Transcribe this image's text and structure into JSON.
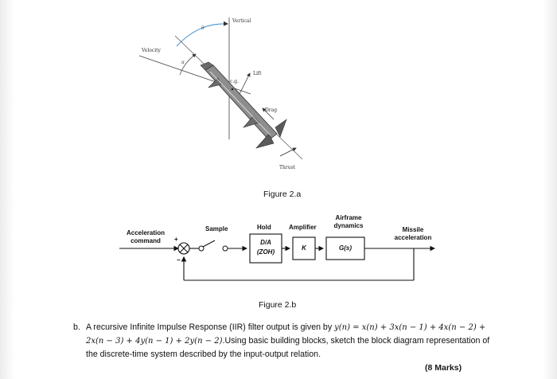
{
  "figure_a": {
    "labels": {
      "vertical": "Vertical",
      "velocity": "Velocity",
      "lift": "Lift",
      "cg": "c.g.",
      "drag": "Drag",
      "thrust": "Thrust"
    },
    "caption": "Figure 2.a"
  },
  "figure_b": {
    "acceleration_command": [
      "Acceleration",
      "command"
    ],
    "plus_sign": "+",
    "minus_sign": "−",
    "sample": "Sample",
    "hold": "Hold",
    "amplifier": "Amplifier",
    "airframe": [
      "Airframe",
      "dynamics"
    ],
    "missile_acceleration": [
      "Missile",
      "acceleration"
    ],
    "da_block": [
      "D/A",
      "(ZOH)"
    ],
    "k_block": "K",
    "g_block": "G(s)",
    "caption": "Figure 2.b"
  },
  "question": {
    "label": "b.",
    "text_part1": "A recursive Infinite Impulse Response (IIR) filter output is given by",
    "equation": "y(n) = x(n) + 3x(n − 1) + 4x(n − 2) + 2x(n − 3) + 4y(n − 1) + 2y(n − 2)",
    "text_part2": ".Using basic building blocks, sketch the block diagram representation of the discrete-time system described by the input-output relation.",
    "marks": "(8 Marks)"
  }
}
